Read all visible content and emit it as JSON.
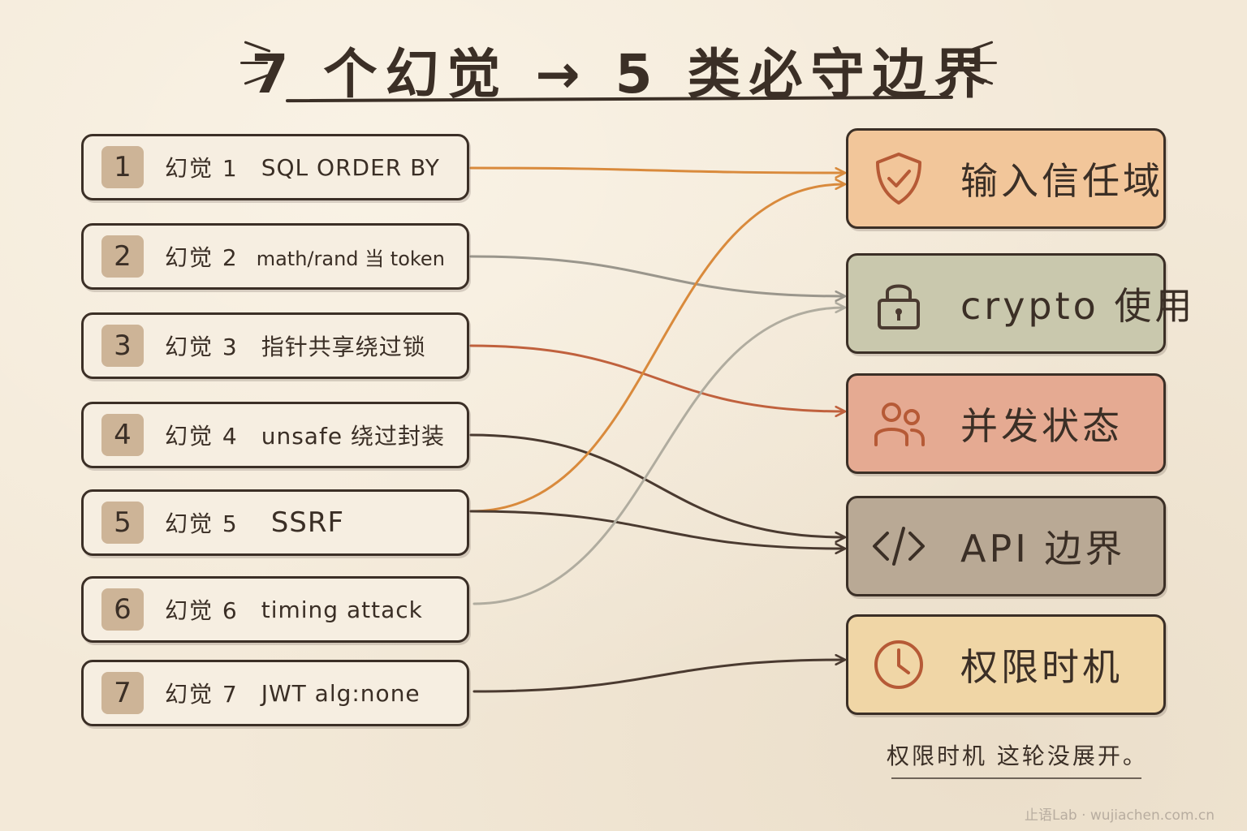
{
  "title": "7 个幻觉 → 5 类必守边界",
  "hallucinations": [
    {
      "num": "1",
      "label": "幻觉 1",
      "desc": "SQL ORDER BY"
    },
    {
      "num": "2",
      "label": "幻觉 2",
      "desc": "math/rand 当 token"
    },
    {
      "num": "3",
      "label": "幻觉 3",
      "desc": "指针共享绕过锁"
    },
    {
      "num": "4",
      "label": "幻觉 4",
      "desc": "unsafe 绕过封装"
    },
    {
      "num": "5",
      "label": "幻觉 5",
      "desc": "SSRF"
    },
    {
      "num": "6",
      "label": "幻觉 6",
      "desc": "timing attack"
    },
    {
      "num": "7",
      "label": "幻觉 7",
      "desc": "JWT alg:none"
    }
  ],
  "categories": [
    {
      "label": "输入信任域",
      "icon": "shield-check-icon",
      "color": "#f2c69a"
    },
    {
      "label": "crypto 使用",
      "icon": "padlock-icon",
      "color": "#c9c8ad"
    },
    {
      "label": "并发状态",
      "icon": "people-icon",
      "color": "#e5aa92"
    },
    {
      "label": "API 边界",
      "icon": "code-icon",
      "color": "#b9a995"
    },
    {
      "label": "权限时机",
      "icon": "clock-icon",
      "color": "#f0d6a6"
    }
  ],
  "connections": [
    {
      "from": "1",
      "to": "输入信任域",
      "color": "#d98a3c"
    },
    {
      "from": "2",
      "to": "crypto 使用",
      "color": "#9a968c"
    },
    {
      "from": "3",
      "to": "并发状态",
      "color": "#c0613d"
    },
    {
      "from": "4",
      "to": "API 边界",
      "color": "#4a3a30"
    },
    {
      "from": "5",
      "to": "输入信任域",
      "color": "#d98a3c"
    },
    {
      "from": "5",
      "to": "API 边界",
      "color": "#4a3a30"
    },
    {
      "from": "6",
      "to": "crypto 使用",
      "color": "#b0ac9f"
    },
    {
      "from": "7",
      "to": "权限时机",
      "color": "#4a3a30"
    }
  ],
  "note": "权限时机  这轮没展开。",
  "watermark": "止语Lab · wujiachen.com.cn"
}
